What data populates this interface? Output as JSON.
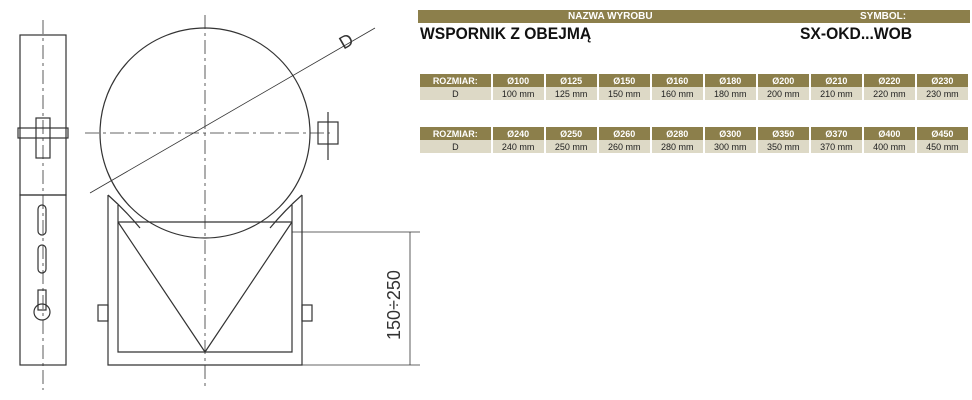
{
  "header": {
    "product_label": "NAZWA WYROBU",
    "symbol_label": "SYMBOL:",
    "product_name": "WSPORNIK Z OBEJMĄ",
    "symbol": "SX-OKD...WOB"
  },
  "drawing": {
    "diameter_label": "D",
    "height_label": "150÷250"
  },
  "tables": [
    {
      "header": [
        "ROZMIAR:",
        "Ø100",
        "Ø125",
        "Ø150",
        "Ø160",
        "Ø180",
        "Ø200",
        "Ø210",
        "Ø220",
        "Ø230"
      ],
      "row": [
        "D",
        "100 mm",
        "125 mm",
        "150 mm",
        "160 mm",
        "180 mm",
        "200 mm",
        "210 mm",
        "220 mm",
        "230 mm"
      ]
    },
    {
      "header": [
        "ROZMIAR:",
        "Ø240",
        "Ø250",
        "Ø260",
        "Ø280",
        "Ø300",
        "Ø350",
        "Ø370",
        "Ø400",
        "Ø450"
      ],
      "row": [
        "D",
        "240 mm",
        "250 mm",
        "260 mm",
        "280 mm",
        "300 mm",
        "350 mm",
        "370 mm",
        "400 mm",
        "450 mm"
      ]
    }
  ]
}
